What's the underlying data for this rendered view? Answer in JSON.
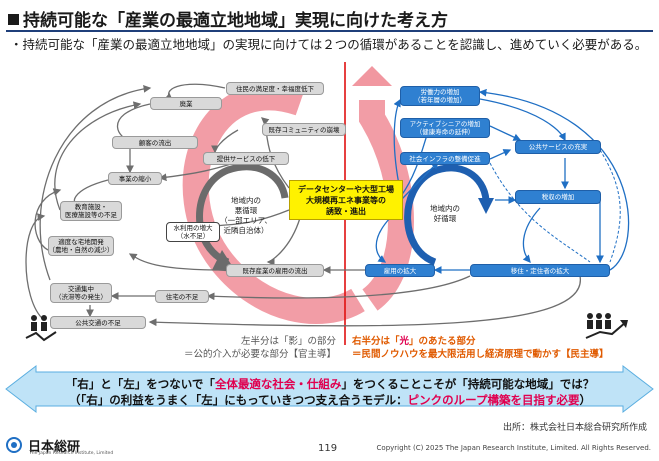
{
  "title": "持続可能な「産業の最適立地地域」実現に向けた考え方",
  "intro": "・持続可能な「産業の最適立地地域」の実現に向けては２つの循環があることを認識し、進めていく必要がある。",
  "center_box": {
    "line1": "データセンターや大型工場",
    "line2": "大規模再エネ事業等の",
    "line3": "誘致・進出"
  },
  "left_cycle": {
    "line1": "地域内の",
    "line2": "悪循環",
    "line3": "（一部エリア、",
    "line4": "近隣自治体）"
  },
  "right_cycle": {
    "line1": "地域内の",
    "line2": "好循環"
  },
  "gray_boxes": {
    "haigyo": "廃業",
    "residents_satisfaction": "住民の満足度・幸福度低下",
    "customer_outflow": "顧客の流出",
    "community_collapse": "既存コミュニティの崩壊",
    "service_decline": "提供サービスの低下",
    "business_shrink": "事業の縮小",
    "education_medical_l1": "教育施設・",
    "education_medical_l2": "医療施設等の不足",
    "water_use_l1": "水利用の増大",
    "water_use_l2": "（水不足）",
    "housing_dev_l1": "適度な宅地開発",
    "housing_dev_l2": "（農地・自然の減少）",
    "traffic_l1": "交通集中",
    "traffic_l2": "（渋滞等の発生）",
    "housing_shortage": "住宅の不足",
    "existing_jobs": "既存産業の雇用の流出",
    "public_transport": "公共交通の不足"
  },
  "blue_boxes": {
    "labor_l1": "労働力の増加",
    "labor_l2": "（若年層の増加）",
    "active_senior_l1": "アクティブシニアの増加",
    "active_senior_l2": "（健康寿命の延伸）",
    "infrastructure": "社会インフラの整備促進",
    "public_service": "公共サービスの充実",
    "tax_revenue": "税収の増加",
    "employment": "雇用の拡大",
    "migration": "移住・定住者の拡大"
  },
  "left_note": {
    "line1": "左半分は「影」の部分",
    "line2": "＝公的介入が必要な部分【官主導】"
  },
  "right_note": {
    "line1a": "右半分は「",
    "line1b": "光",
    "line1c": "」のあたる部分",
    "line2": "＝民間ノウハウを最大限活用し経済原理で動かす【民主導】"
  },
  "banner": {
    "l1a": "「右」と「左」をつないで「",
    "l1b": "全体最適な社会・仕組み",
    "l1c": "」をつくることこそが「持続可能な地域」では？",
    "l2a": "（「右」の利益をうまく「左」にもっていきつつ支え合うモデル：",
    "l2b": "ピンクのループ構築を目指す必要",
    "l2c": "）"
  },
  "source": "出所：株式会社日本総合研究所作成",
  "logo": {
    "name": "日本総研",
    "sub": "The Japan Research Institute, Limited"
  },
  "page_number": "119",
  "copyright": "Copyright (C) 2025 The Japan Research Institute, Limited. All Rights Reserved.",
  "colors": {
    "pink": "#f08c96",
    "blue": "#2f80d1",
    "gray": "#d9d9d9",
    "yellow": "#fff200",
    "divider": "#e01010"
  }
}
